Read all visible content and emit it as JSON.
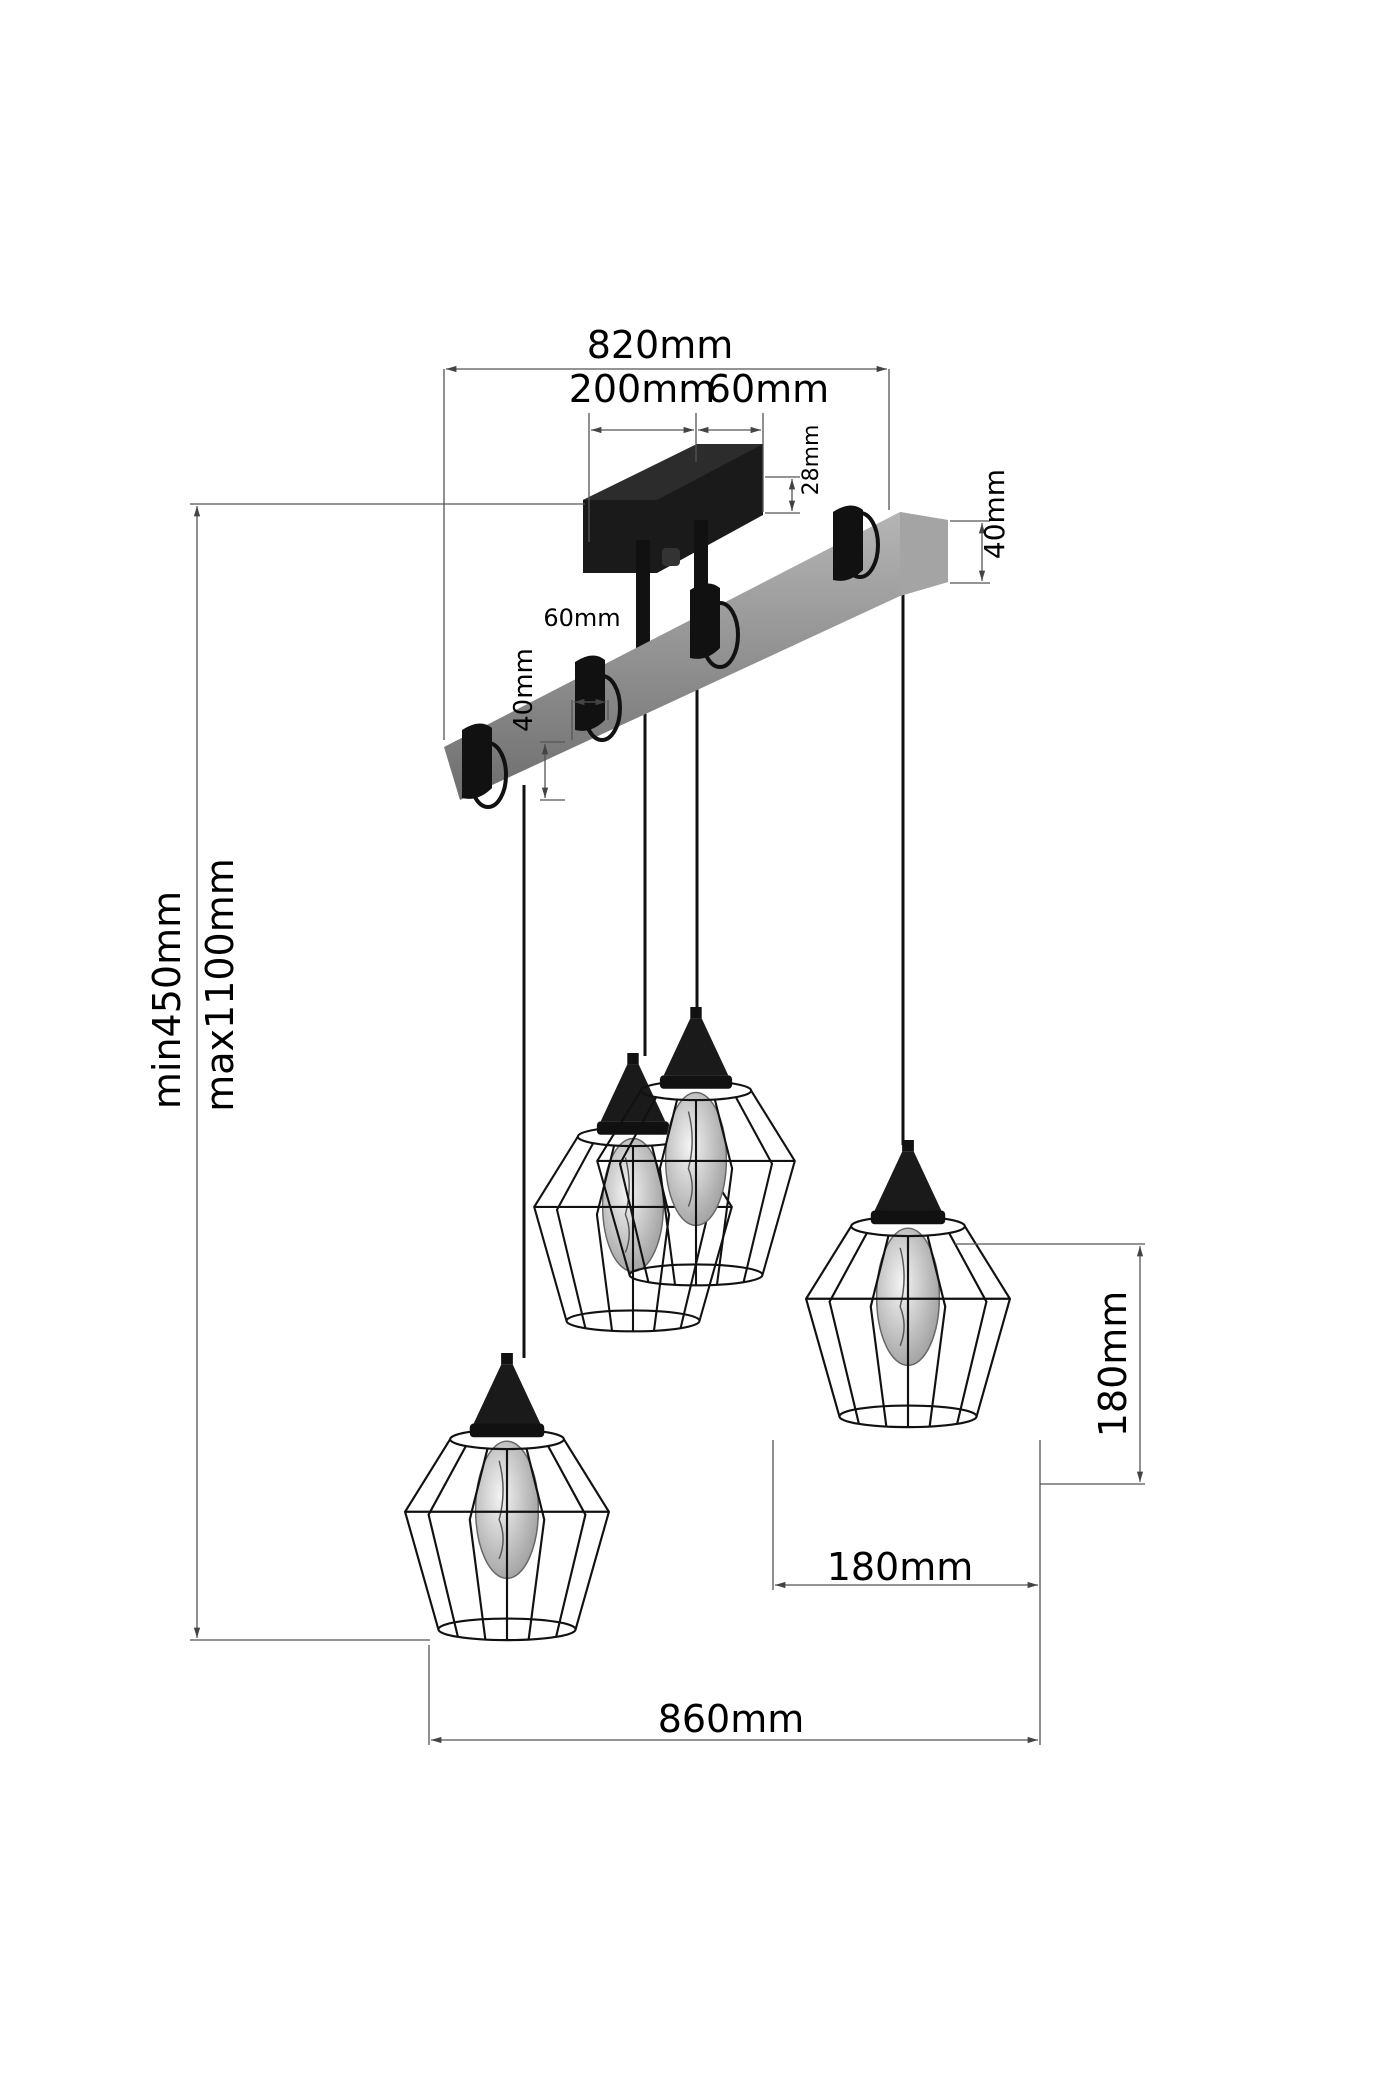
{
  "dimensions": {
    "total_beam_length": "820mm",
    "plate_length": "200mm",
    "plate_width": "60mm",
    "plate_height": "28mm",
    "beam_height_right": "40mm",
    "beam_width": "60mm",
    "beam_height_left": "40mm",
    "min_height": "min450mm",
    "max_height": "max1100mm",
    "shade_height": "180mm",
    "shade_width": "180mm",
    "total_width": "860mm"
  },
  "colors": {
    "metal": "#1a1a1a",
    "wood": "#8e8e8e",
    "dimension_line": "#555555"
  }
}
